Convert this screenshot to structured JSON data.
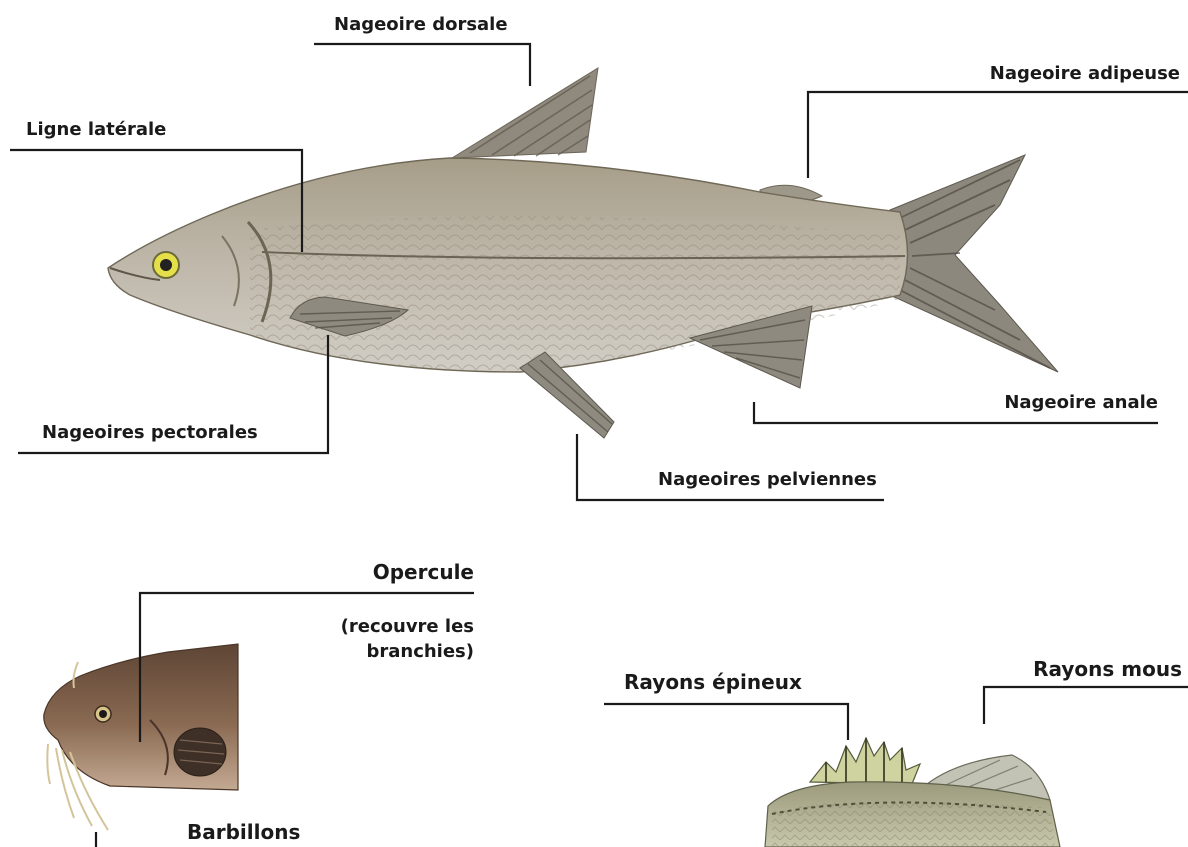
{
  "labels": {
    "dorsal_fin": "Nageoire dorsale",
    "adipose_fin": "Nageoire adipeuse",
    "lateral_line": "Ligne latérale",
    "pectoral_fins": "Nageoires pectorales",
    "anal_fin": "Nageoire anale",
    "pelvic_fins": "Nageoires pelviennes",
    "operculum": "Opercule",
    "operculum_note_line1": "(recouvre les",
    "operculum_note_line2": "branchies)",
    "spiny_rays": "Rayons épineux",
    "soft_rays": "Rayons mous",
    "barbels": "Barbillons"
  },
  "colors": {
    "leader_line": "#1a1a1a",
    "whitefish_body": "#bdb6a8",
    "whitefish_back": "#9c9380",
    "fin_grey": "#8e8a80",
    "eye_yellow": "#e5e04a",
    "catfish_body": "#7a5a44",
    "perch_body": "#b9b79a",
    "perch_fin": "#cfd3a0"
  }
}
